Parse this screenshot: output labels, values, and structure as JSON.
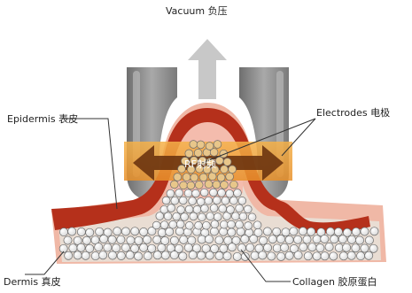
{
  "labels": {
    "vacuum": "Vacuum 负压",
    "electrodes": "Electrodes 电极",
    "epidermis": "Epidermis 表皮",
    "rf": "RF射频",
    "dermis": "Dermis 真皮",
    "collagen": "Collagen 胶原蛋白"
  },
  "colors": {
    "electrode_gray": "#8c8c8c",
    "electrode_highlight": "#b4b4b4",
    "arrow_gray": "#c4c4c4",
    "pink_tissue": "#f2b3a3",
    "red_epidermis": "#b8321c",
    "dermis_fill": "#e7d9cf",
    "rf_band": "#f2a43a",
    "rf_arrow": "#6b3410",
    "sphere_fill": "#f7f7f7",
    "sphere_stroke": "#6a6a6a",
    "sphere_warm": "#e8c68a"
  }
}
